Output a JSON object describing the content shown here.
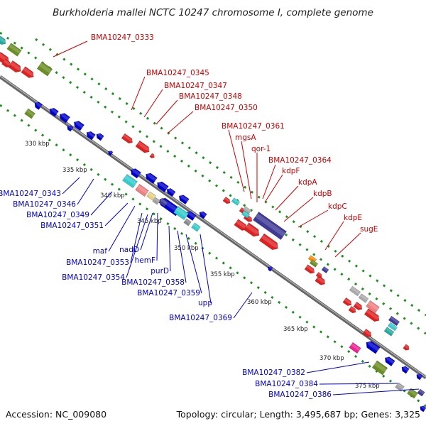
{
  "title": "Burkholderia mallei NCTC 10247 chromosome I, complete genome",
  "footer": {
    "accession": "Accession: NC_009080",
    "summary": "Topology: circular; Length: 3,495,687 bp; Genes: 3,325"
  },
  "colors": {
    "forward_label": "#cc0000",
    "reverse_label": "#0000cc",
    "backbone": "#777777",
    "dotted_track": "#1f8f1f"
  },
  "ticks": [
    "330 kbp",
    "335 kbp",
    "340 kbp",
    "345 kbp",
    "350 kbp",
    "355 kbp",
    "360 kbp",
    "365 kbp",
    "370 kbp",
    "375 kbp"
  ],
  "forward_labels": [
    "BMA10247_0333",
    "BMA10247_0345",
    "BMA10247_0347",
    "BMA10247_0348",
    "BMA10247_0350",
    "BMA10247_0361",
    "mgsA",
    "qor-1",
    "BMA10247_0364",
    "kdpF",
    "kdpA",
    "kdpB",
    "kdpC",
    "kdpE",
    "sugE"
  ],
  "reverse_labels": [
    "BMA10247_0343",
    "BMA10247_0346",
    "BMA10247_0349",
    "BMA10247_0351",
    "maf",
    "nadD",
    "BMA10247_0353",
    "hemF",
    "BMA10247_0354",
    "purD",
    "BMA10247_0358",
    "BMA10247_0359",
    "upp",
    "BMA10247_0369",
    "BMA10247_0382",
    "BMA10247_0384",
    "BMA10247_0386"
  ]
}
